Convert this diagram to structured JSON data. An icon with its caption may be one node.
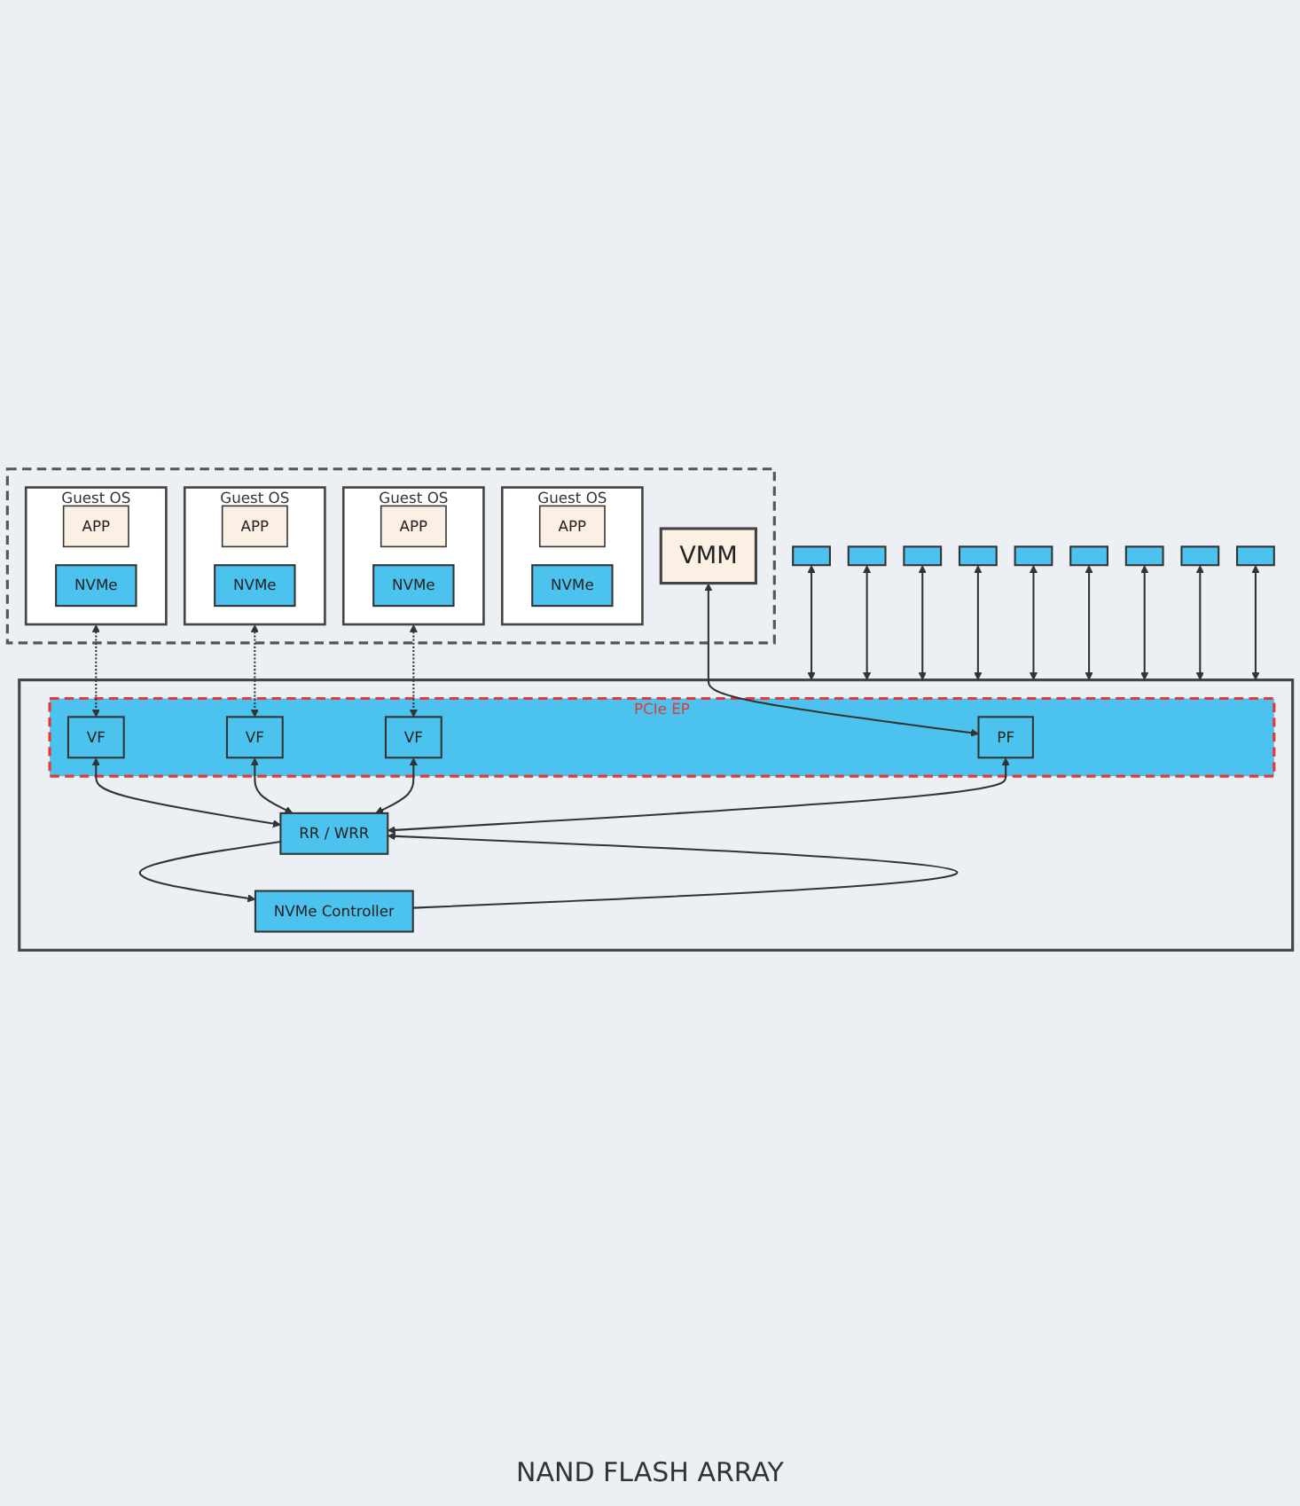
{
  "diagram": {
    "nodes": [
      {
        "text": [],
        "shape": "box"
      },
      {
        "text": [
          "Guest OS"
        ],
        "in": 0
      },
      {
        "text": [
          "APP"
        ],
        "in": 1
      },
      {
        "text": [
          "NVMe"
        ],
        "in": 1
      },
      {
        "text": [
          "Guest OS"
        ],
        "in": 0
      },
      {
        "text": [
          "APP"
        ],
        "in": 4
      },
      {
        "text": [
          "NVMe"
        ],
        "in": 4
      },
      {
        "text": [
          "Guest OS"
        ],
        "in": 0
      },
      {
        "text": [
          "APP"
        ],
        "in": 7
      },
      {
        "text": [
          "NVMe"
        ],
        "in": 7
      },
      {
        "text": [
          "Guest OS"
        ],
        "in": 0
      },
      {
        "text": [
          "APP"
        ],
        "in": 10
      },
      {
        "text": [
          "NVMe"
        ],
        "in": 10
      },
      {
        "text": [
          "VMM"
        ],
        "in": 0
      },
      {
        "text": [],
        "shape": "box"
      },
      {
        "text": [
          "PCIe EP"
        ],
        "in": 14
      },
      {
        "text": [
          "PF"
        ],
        "in": 15
      },
      {
        "text": [
          "VF"
        ],
        "in": 15
      },
      {
        "text": [
          "VF"
        ],
        "in": 15
      },
      {
        "text": [
          "VF"
        ],
        "in": 15
      },
      {
        "text": [
          "RR / WRR"
        ],
        "in": 14
      },
      {
        "text": [
          "NVMe Controller"
        ],
        "in": 14
      },
      {
        "text": [],
        "shape": "box"
      },
      {
        "text": [],
        "shape": "box"
      },
      {
        "text": [],
        "shape": "box"
      },
      {
        "text": [],
        "shape": "box"
      },
      {
        "text": [],
        "shape": "box"
      },
      {
        "text": [],
        "shape": "box"
      },
      {
        "text": [],
        "shape": "box"
      },
      {
        "text": [],
        "shape": "box"
      },
      {
        "text": [],
        "shape": "box"
      }
    ],
    "edges": [
      {
        "from": 13,
        "to": 16,
        "arrow": "both"
      },
      {
        "from": 4,
        "to": 17,
        "arrow": "both",
        "style": "dashed"
      },
      {
        "from": 7,
        "to": 18,
        "arrow": "both",
        "style": "dashed"
      },
      {
        "from": 10,
        "to": 19,
        "arrow": "both",
        "style": "dashed"
      },
      {
        "from": 16,
        "to": 20,
        "arrow": "both"
      },
      {
        "from": 17,
        "to": 20,
        "arrow": "both"
      },
      {
        "from": 18,
        "to": 20,
        "arrow": "both"
      },
      {
        "from": 19,
        "to": 20,
        "arrow": "both"
      },
      {
        "from": 20,
        "to": 21,
        "arrow": "to"
      },
      {
        "from": 21,
        "to": 20,
        "arrow": "to"
      },
      {
        "from": 14,
        "to": 22,
        "arrow": "both"
      },
      {
        "from": 14,
        "to": 23,
        "arrow": "both"
      },
      {
        "from": 14,
        "to": 24,
        "arrow": "both"
      },
      {
        "from": 14,
        "to": 25,
        "arrow": "both"
      },
      {
        "from": 14,
        "to": 26,
        "arrow": "both"
      },
      {
        "from": 14,
        "to": 27,
        "arrow": "both"
      },
      {
        "from": 14,
        "to": 28,
        "arrow": "both"
      },
      {
        "from": 14,
        "to": 29,
        "arrow": "both"
      },
      {
        "from": 14,
        "to": 30,
        "arrow": "both"
      }
    ],
    "labels": [
      "NAND FLASH ARRAY"
    ]
  }
}
